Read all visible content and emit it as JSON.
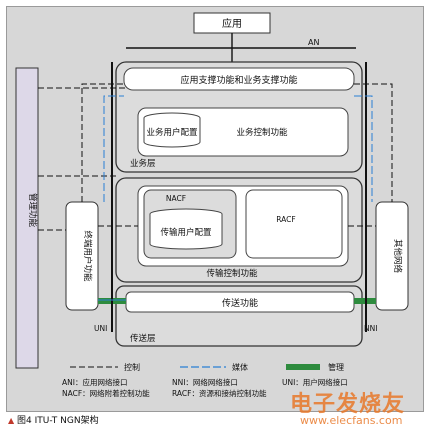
{
  "diagram": {
    "application": "应用",
    "ani": "AN",
    "app_support": "应用支撑功能和业务支撑功能",
    "service_user_profile": "业务用户配置",
    "service_control": "业务控制功能",
    "service_stratum": "业务层",
    "nacf": "NACF",
    "transport_user_profile": "传输用户配置",
    "racf": "RACF",
    "transport_control": "传输控制功能",
    "mgmt_function": "管理功能",
    "end_user_function": "终端用户功能",
    "other_networks": "其他网络",
    "transport_function": "传送功能",
    "uni": "UNI",
    "nni": "NNI",
    "transport_stratum": "传送层"
  },
  "legend": {
    "control": "控制",
    "media": "媒体",
    "management": "管理",
    "ani_def": "ANI：应用网络接口",
    "nacf_def": "NACF：网络附着控制功能",
    "uni_def": "UNI：用户网络接口",
    "nni_def": "NNI：网络网络接口",
    "racf_def": "RACF：资源和接纳控制功能"
  },
  "caption": {
    "marker": "▲",
    "text": "图4  ITU-T NGN架构"
  },
  "watermark": {
    "name": "电子发烧友",
    "url": "www.elecfans.com"
  },
  "colors": {
    "management_green": "#2e8b3e",
    "media_blue": "#2a7fd4",
    "background": "#d7d7d7"
  }
}
